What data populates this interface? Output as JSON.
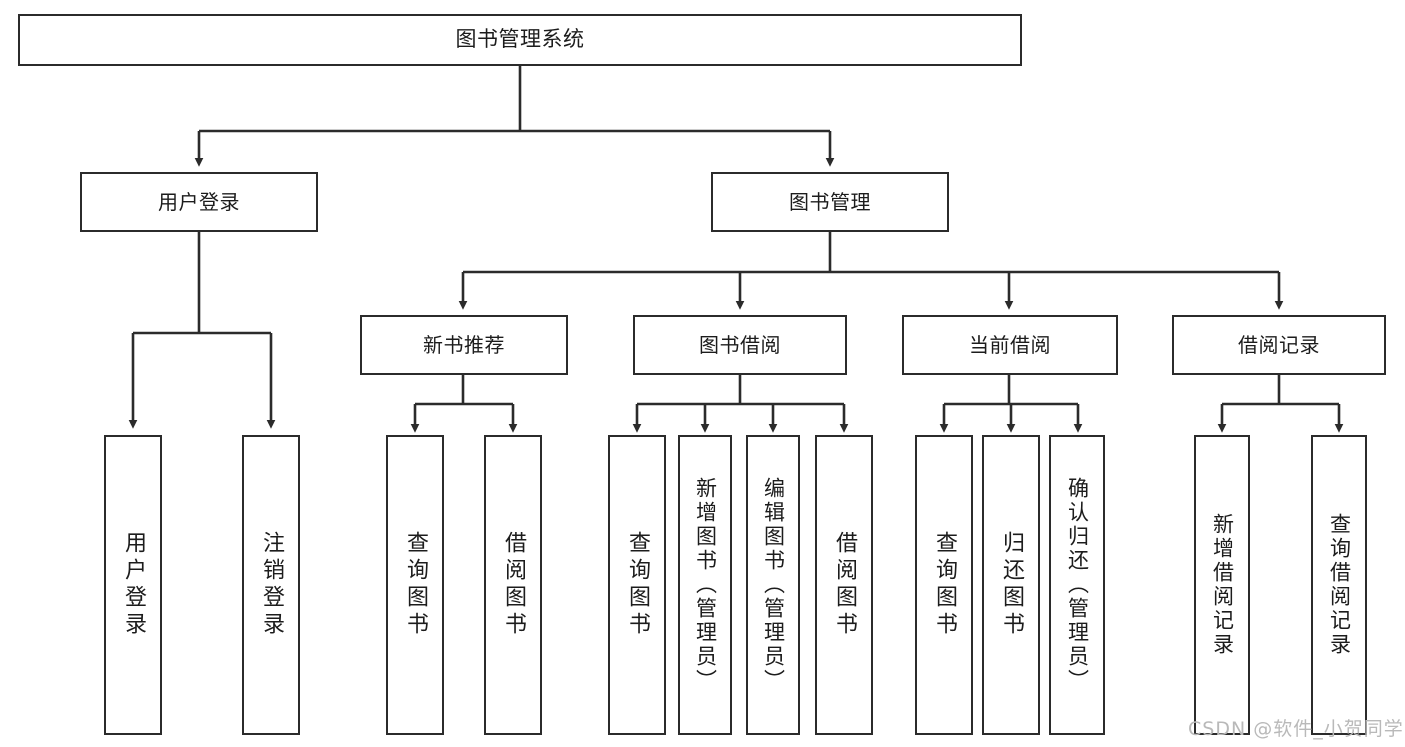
{
  "diagram": {
    "title": "图书管理系统",
    "type": "tree-hierarchy-chart",
    "watermark": "CSDN @软件_小贺同学",
    "colors": {
      "stroke": "#2b2b2b",
      "fill": "#ffffff",
      "text": "#1c1c1c",
      "watermark": "#b9b9b9"
    }
  },
  "nodes": {
    "root": {
      "label": "图书管理系统"
    },
    "tier1": [
      {
        "label": "用户登录"
      },
      {
        "label": "图书管理"
      }
    ],
    "tier2": [
      {
        "label": "新书推荐"
      },
      {
        "label": "图书借阅"
      },
      {
        "label": "当前借阅"
      },
      {
        "label": "借阅记录"
      }
    ],
    "leaves": {
      "user_login": [
        {
          "label": "用户登录"
        },
        {
          "label": "注销登录"
        }
      ],
      "new_book_recommend": [
        {
          "label": "查询图书"
        },
        {
          "label": "借阅图书"
        }
      ],
      "book_borrow": [
        {
          "label": "查询图书"
        },
        {
          "label": "新增图书（管理员）"
        },
        {
          "label": "编辑图书（管理员）"
        },
        {
          "label": "借阅图书"
        }
      ],
      "current_borrow": [
        {
          "label": "查询图书"
        },
        {
          "label": "归还图书"
        },
        {
          "label": "确认归还（管理员）"
        }
      ],
      "borrow_record": [
        {
          "label": "新增借阅记录"
        },
        {
          "label": "查询借阅记录"
        }
      ]
    }
  }
}
